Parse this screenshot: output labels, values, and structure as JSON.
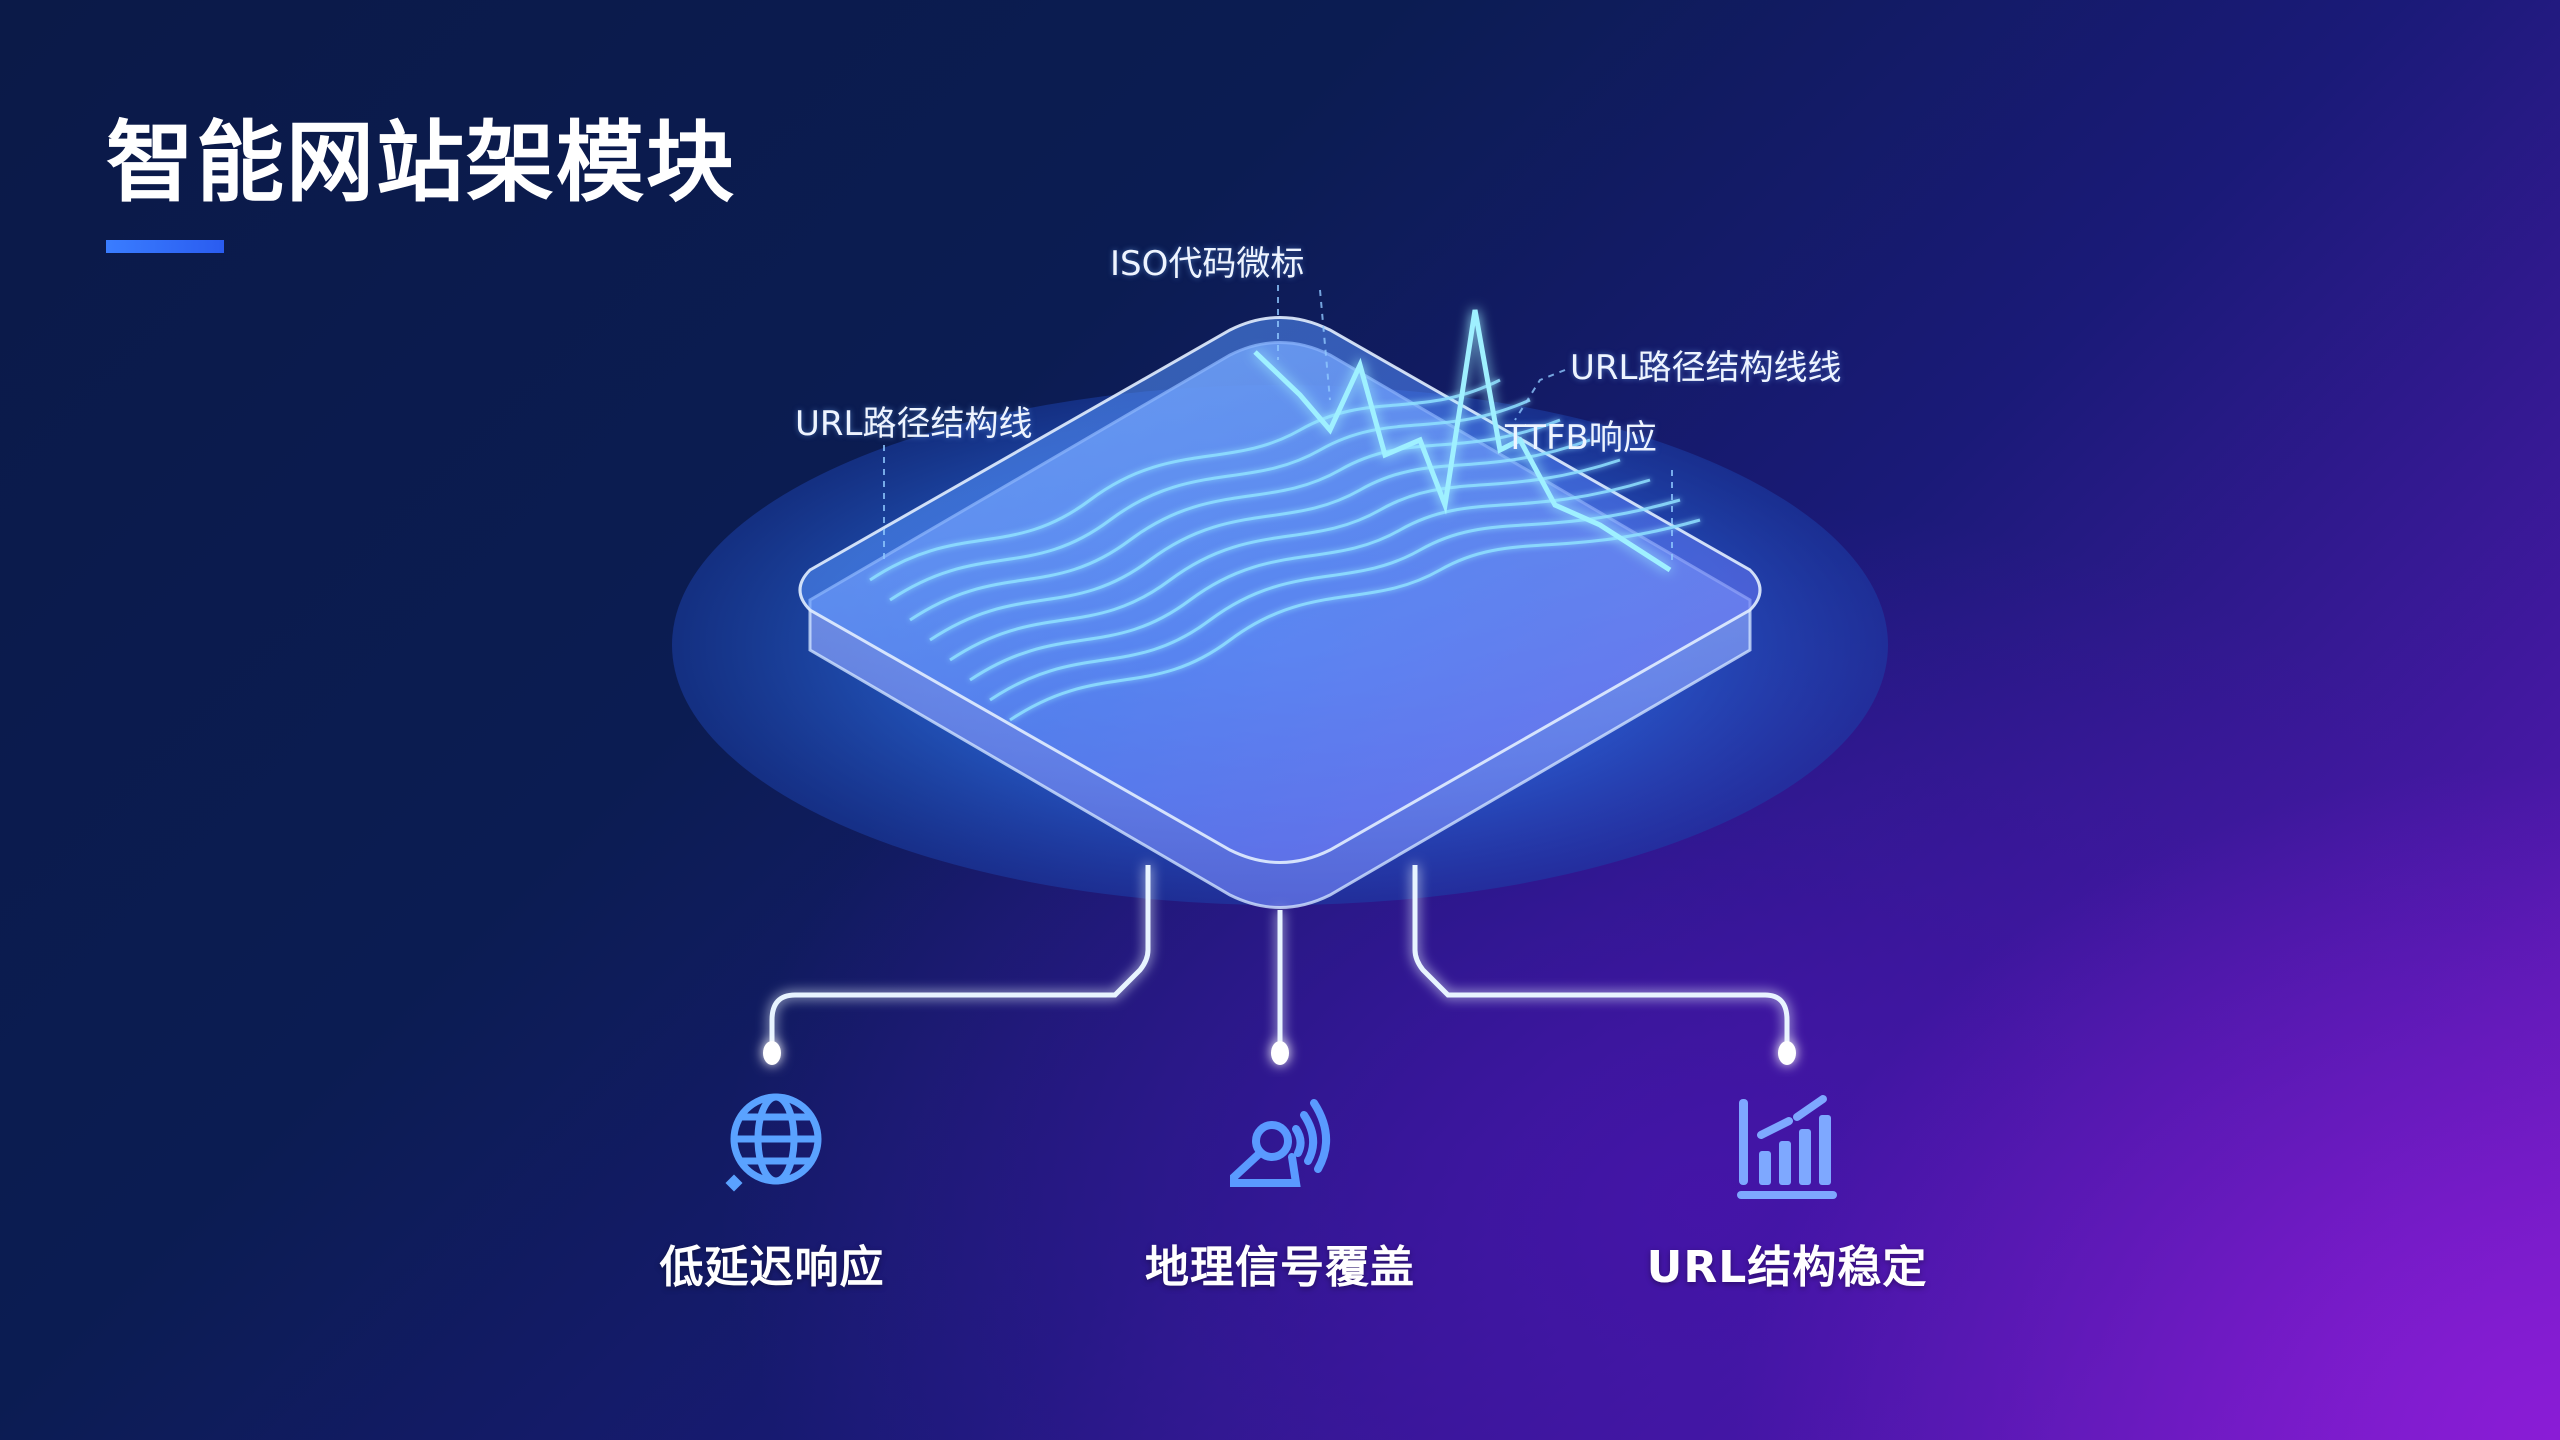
{
  "slide": {
    "title": "智能网站架模块",
    "accent_color": "#3a7dff"
  },
  "diagram": {
    "central_object": "glass-data-platform",
    "callouts": [
      {
        "id": "iso",
        "label": "ISO代码微标"
      },
      {
        "id": "url-left",
        "label": "URL路径结构线"
      },
      {
        "id": "url-right",
        "label": "URL路径结构线线"
      },
      {
        "id": "ttfb",
        "label": "TTFB响应"
      }
    ],
    "features": [
      {
        "label": "低延迟响应",
        "icon": "globe-search-icon"
      },
      {
        "label": "地理信号覆盖",
        "icon": "signal-tower-icon"
      },
      {
        "label": "URL结构稳定",
        "icon": "bar-chart-trend-icon"
      }
    ]
  },
  "colors": {
    "background_start": "#0b1a48",
    "background_end": "#8a1cd6",
    "glow": "#4aa8ff",
    "icon": "#6aa6ff"
  }
}
